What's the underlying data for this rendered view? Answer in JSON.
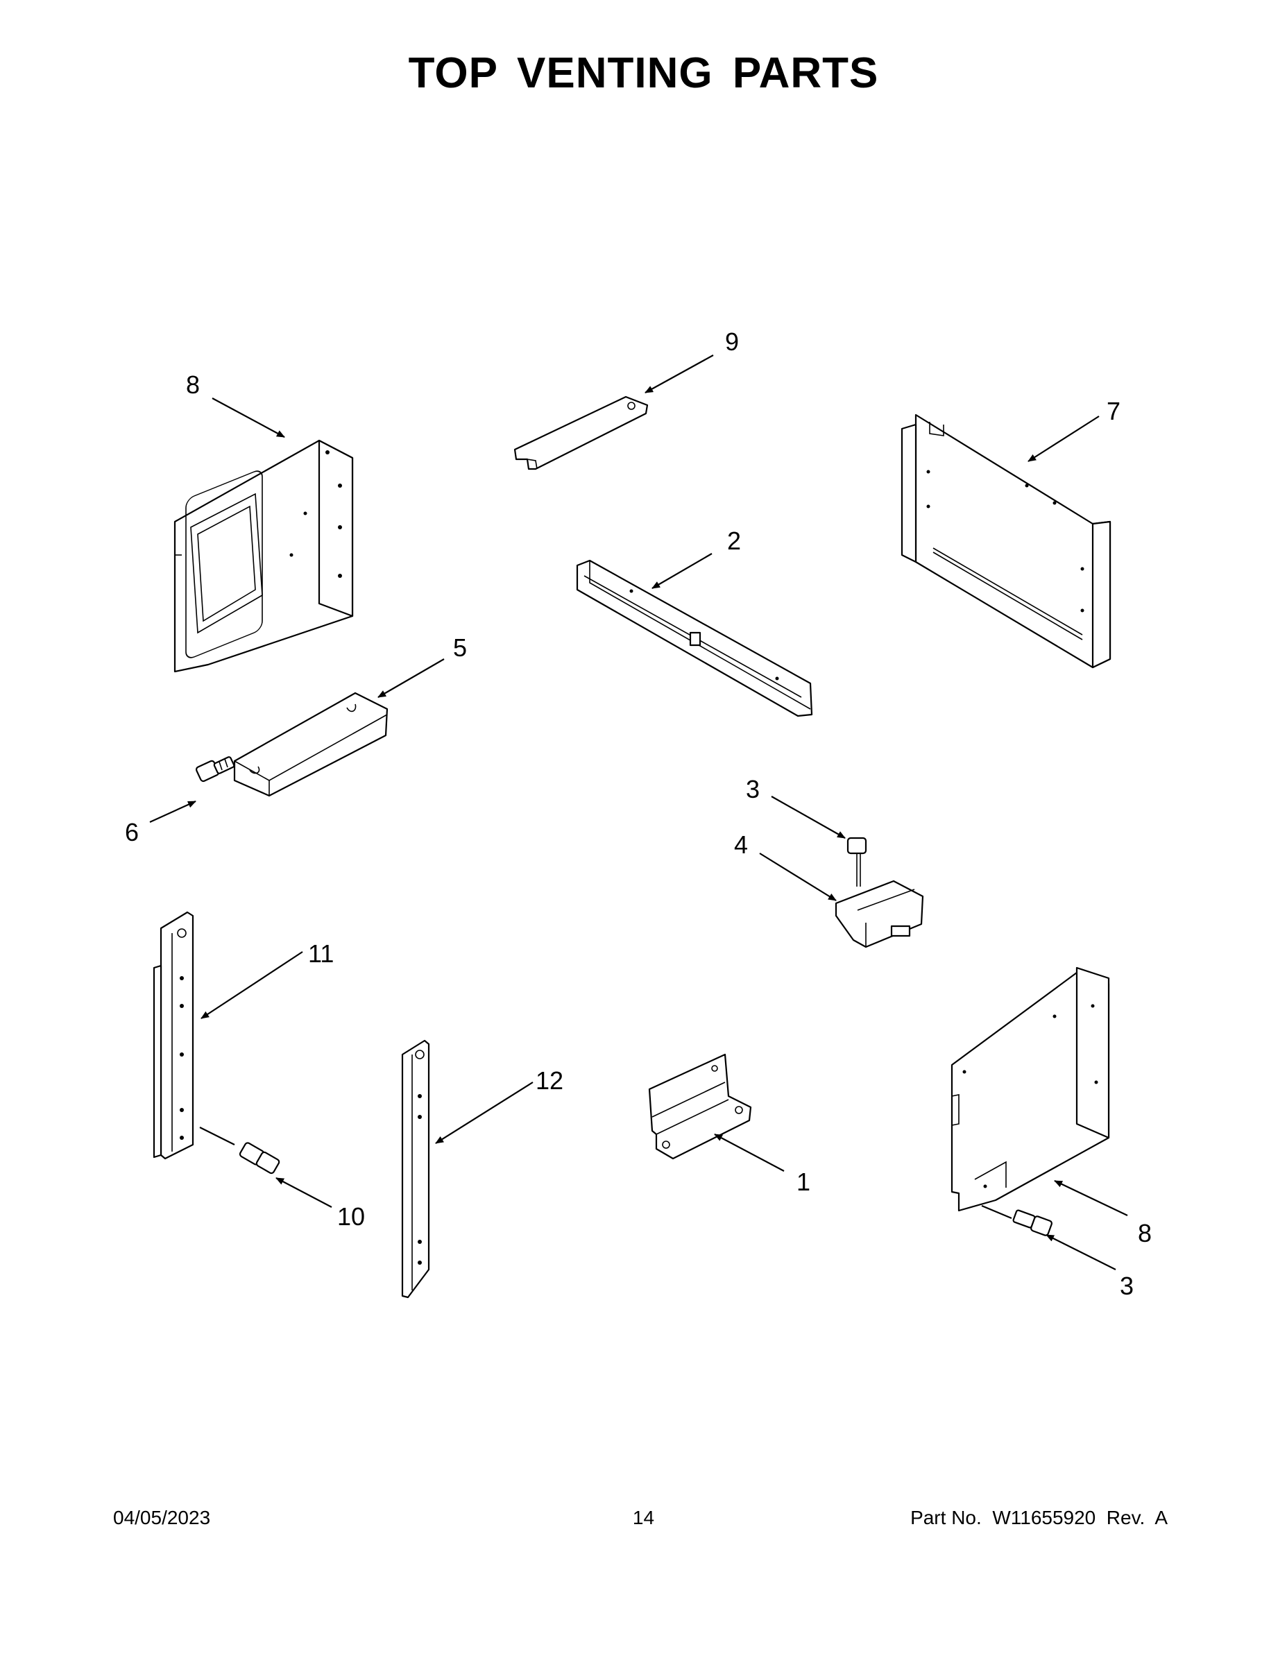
{
  "page": {
    "title": "TOP VENTING PARTS",
    "footer": {
      "date": "04/05/2023",
      "page_number": "14",
      "part_number": "Part No.  W11655920  Rev.  A"
    }
  },
  "callouts": [
    {
      "id": "callout-8-top-left",
      "label": "8"
    },
    {
      "id": "callout-9",
      "label": "9"
    },
    {
      "id": "callout-7",
      "label": "7"
    },
    {
      "id": "callout-2",
      "label": "2"
    },
    {
      "id": "callout-5",
      "label": "5"
    },
    {
      "id": "callout-6",
      "label": "6"
    },
    {
      "id": "callout-3-upper",
      "label": "3"
    },
    {
      "id": "callout-4",
      "label": "4"
    },
    {
      "id": "callout-11",
      "label": "11"
    },
    {
      "id": "callout-12",
      "label": "12"
    },
    {
      "id": "callout-1",
      "label": "1"
    },
    {
      "id": "callout-10",
      "label": "10"
    },
    {
      "id": "callout-8-bottom-right",
      "label": "8"
    },
    {
      "id": "callout-3-lower",
      "label": "3"
    }
  ]
}
